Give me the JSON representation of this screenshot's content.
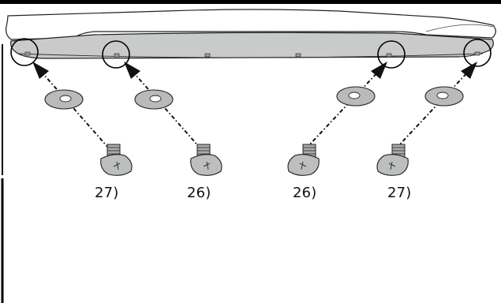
{
  "labels": {
    "screw_1": "27)",
    "screw_2": "26)",
    "screw_3": "26)",
    "screw_4": "27)"
  },
  "colors": {
    "frame": "#000000",
    "panel_fill": "#c9cbca",
    "part_fill": "#b9bbba",
    "line": "#222222",
    "arrow": "#111111"
  }
}
